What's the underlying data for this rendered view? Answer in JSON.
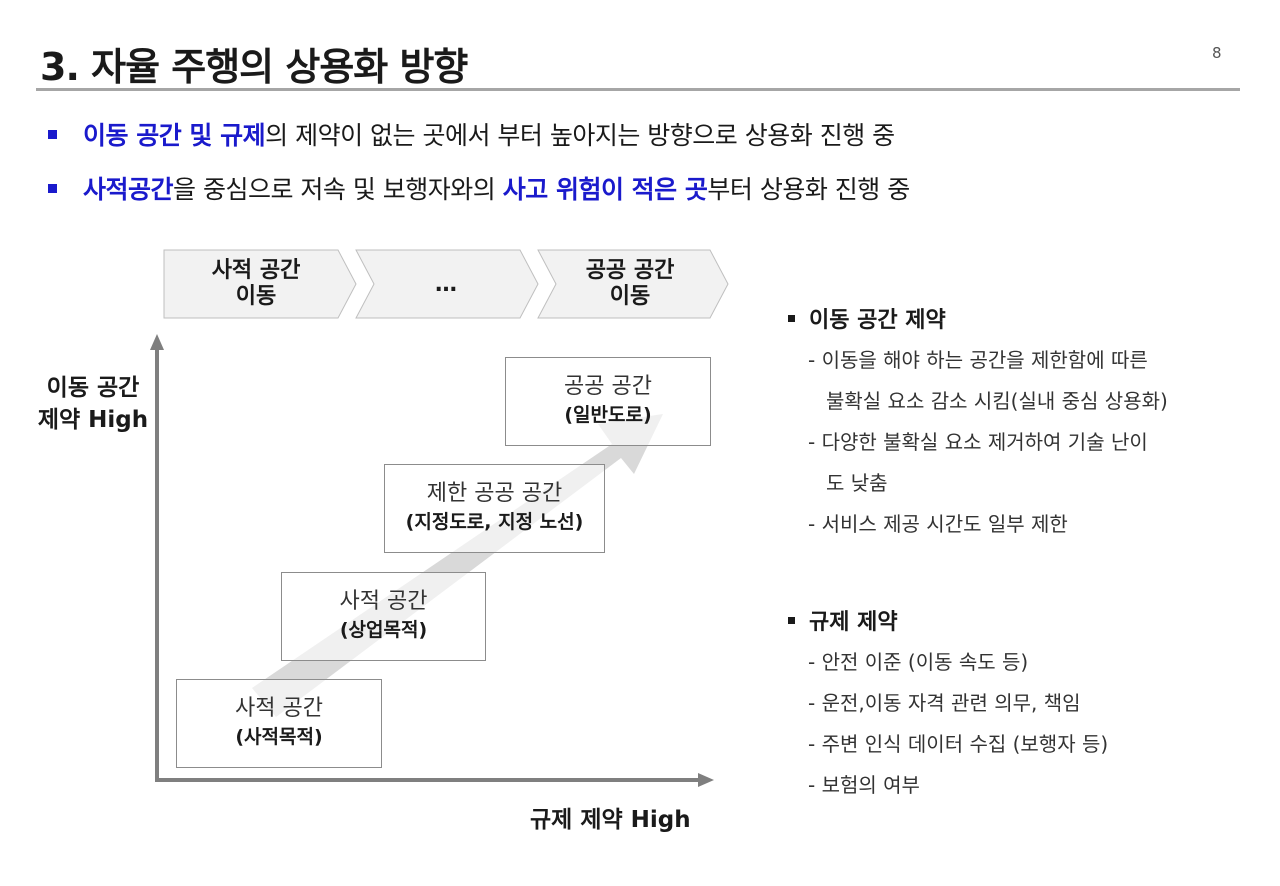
{
  "header": {
    "title": "3. 자율 주행의 상용화 방향",
    "page_number": "8"
  },
  "bullets": [
    {
      "parts": [
        {
          "text": "이동 공간 및 규제",
          "highlight": true
        },
        {
          "text": "의 제약이 없는 곳에서 부터 높아지는 방향으로 상용화 진행 중",
          "highlight": false
        }
      ]
    },
    {
      "parts": [
        {
          "text": "사적공간",
          "highlight": true
        },
        {
          "text": "을 중심으로 저속 및 보행자와의 ",
          "highlight": false
        },
        {
          "text": "사고 위험이 적은 곳",
          "highlight": true
        },
        {
          "text": "부터 상용화 진행 중",
          "highlight": false
        }
      ]
    }
  ],
  "diagram": {
    "chevrons": [
      {
        "line1": "사적 공간",
        "line2": "이동"
      },
      {
        "line1": "…",
        "line2": ""
      },
      {
        "line1": "공공 공간",
        "line2": "이동"
      }
    ],
    "stages": [
      {
        "main": "사적 공간",
        "sub": "(사적목적)"
      },
      {
        "main": "사적 공간",
        "sub": "(상업목적)"
      },
      {
        "main": "제한 공공 공간",
        "sub": "(지정도로, 지정 노선)"
      },
      {
        "main": "공공 공간",
        "sub": "(일반도로)"
      }
    ],
    "y_axis_label_line1": "이동 공간",
    "y_axis_label_line2": "제약 High",
    "x_axis_label": "규제 제약 High"
  },
  "sections": [
    {
      "heading": "이동 공간 제약",
      "lines": [
        {
          "text": "- 이동을 해야 하는 공간을 제한함에 따른",
          "cont": false
        },
        {
          "text": "불확실 요소 감소 시킴(실내 중심 상용화)",
          "cont": true
        },
        {
          "text": "- 다양한 불확실 요소 제거하여 기술 난이",
          "cont": false
        },
        {
          "text": "도 낮춤",
          "cont": true
        },
        {
          "text": "- 서비스 제공 시간도 일부 제한",
          "cont": false
        }
      ]
    },
    {
      "heading": "규제 제약",
      "lines": [
        {
          "text": "- 안전 이준 (이동 속도 등)",
          "cont": false
        },
        {
          "text": "- 운전,이동 자격 관련 의무, 책임",
          "cont": false
        },
        {
          "text": "- 주변 인식 데이터 수집 (보행자 등)",
          "cont": false
        },
        {
          "text": "- 보험의 여부",
          "cont": false
        }
      ]
    }
  ],
  "colors": {
    "accent_blue": "#1a1acc",
    "rule_gray": "#a6a6a6",
    "chevron_fill": "#f2f2f2",
    "arrow_fill": "#d9d9d9",
    "axis_gray": "#7f7f7f"
  }
}
